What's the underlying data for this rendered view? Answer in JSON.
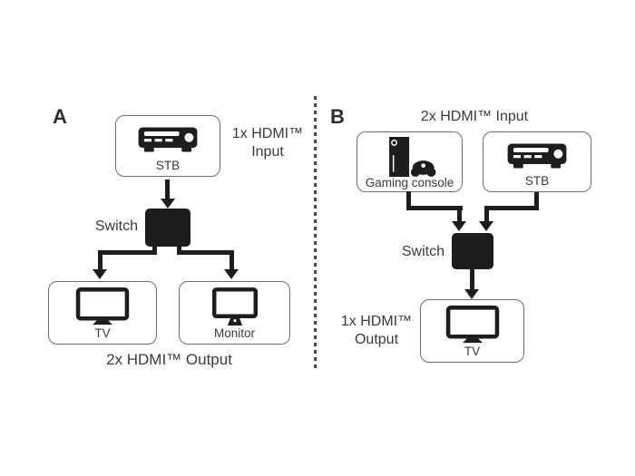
{
  "colors": {
    "ink": "#1d1d1b",
    "box_border": "#6e6e6e",
    "text": "#3a3a3a",
    "background": "#ffffff"
  },
  "icons": {
    "stb": "set-top-box-icon",
    "tv": "tv-icon",
    "monitor": "monitor-icon",
    "gaming_console": "gaming-console-icon",
    "switch": "switch-block"
  },
  "panel_a": {
    "letter": "A",
    "input_label": {
      "line1": "1x HDMI™",
      "line2": "Input"
    },
    "switch_label": "Switch",
    "boxes": {
      "stb": "STB",
      "tv": "TV",
      "monitor": "Monitor"
    },
    "output_label": "2x HDMI™ Output"
  },
  "panel_b": {
    "letter": "B",
    "input_label": "2x HDMI™ Input",
    "boxes": {
      "gaming_console": "Gaming console",
      "stb": "STB",
      "tv": "TV"
    },
    "switch_label": "Switch",
    "output_label": {
      "line1": "1x HDMI™",
      "line2": "Output"
    }
  }
}
